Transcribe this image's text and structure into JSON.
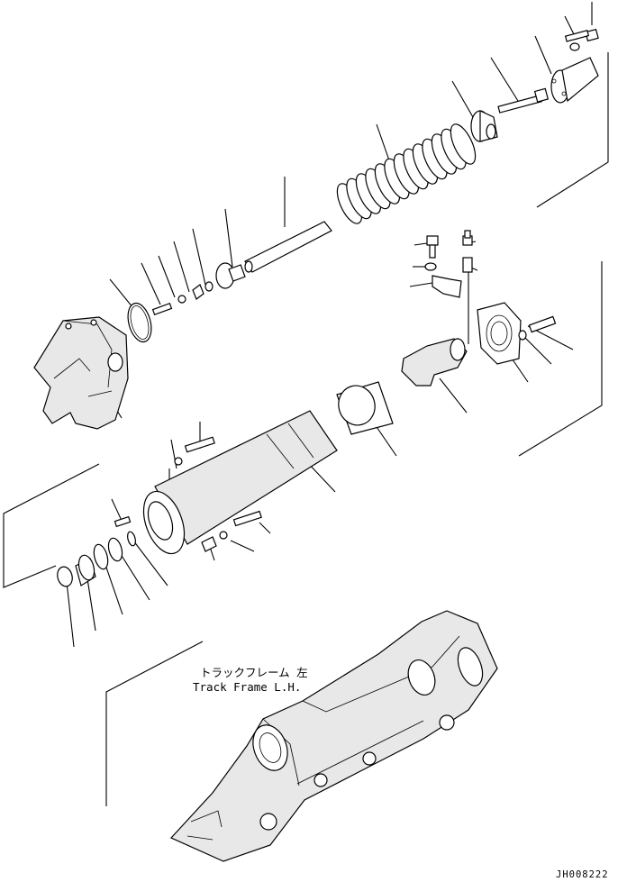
{
  "caption": {
    "japanese": "トラックフレーム 左",
    "english": "Track Frame L.H."
  },
  "drawing_id": "JH008222"
}
